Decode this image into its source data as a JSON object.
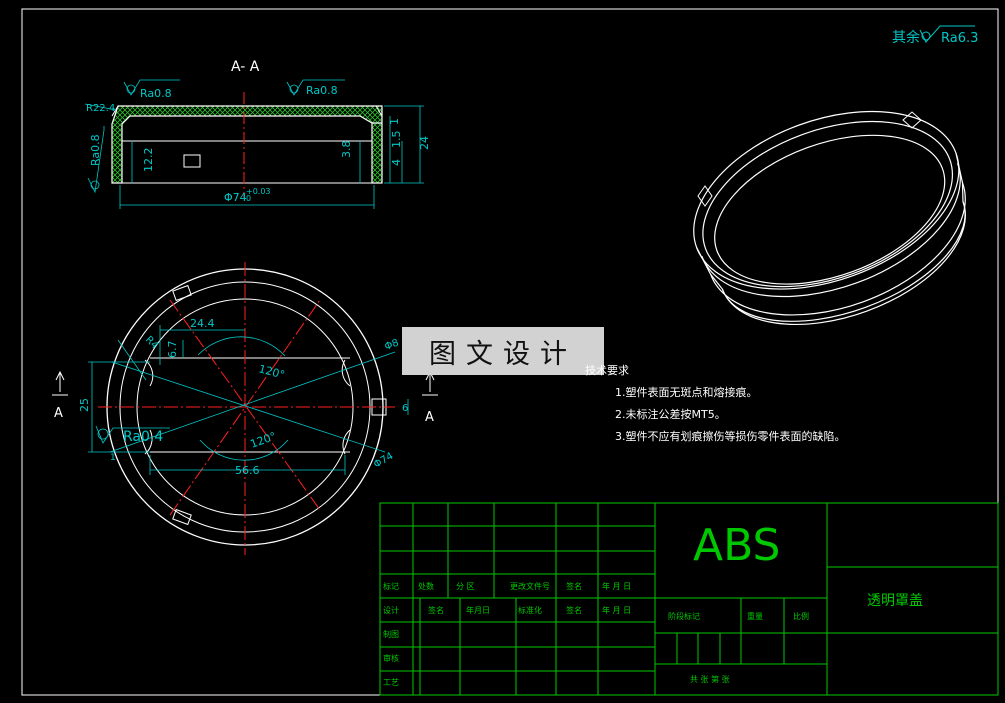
{
  "colors": {
    "background": "#000000",
    "outline": "#ffffff",
    "dimension": "#00c8c8",
    "centerline": "#ff2020",
    "title_block": "#00c800",
    "hatch": "#2fbf2f"
  },
  "section_label": "A- A",
  "roughness_global": {
    "prefix": "其余",
    "value": "Ra6.3"
  },
  "section_view": {
    "roughness_top_left": "Ra0.8",
    "roughness_top_right": "Ra0.8",
    "roughness_left": "Ra0.8",
    "radius": "R22.4",
    "dim_height_inner": "12.2",
    "dim_3_8": "3.8",
    "dim_1": "1",
    "dim_1_5": "1.5",
    "dim_4": "4",
    "dim_24": "24",
    "diameter": "Φ74",
    "tolerance": "+0.03",
    "tolerance_low": "0"
  },
  "plan_view": {
    "dim_24_4": "24.4",
    "dim_6_7": "6.7",
    "radius_r4": "R4",
    "angle_top": "120°",
    "angle_bottom": "120°",
    "dim_25": "25",
    "dim_6": "6",
    "dim_56_6": "56.6",
    "diameter_74": "Φ74",
    "diameter_top": "Φ8",
    "roughness": "Ra0.4",
    "dim_left_small": "1",
    "section_mark_left": "A",
    "section_mark_right": "A"
  },
  "watermark": "图文设计",
  "requirements": {
    "title": "技术要求",
    "items": [
      "1.塑件表面无斑点和熔接痕。",
      "2.未标注公差按MT5。",
      "3.塑件不应有划痕擦伤等损伤零件表面的缺陷。"
    ]
  },
  "title_block": {
    "material": "ABS",
    "part_name": "透明罩盖",
    "row_labels": [
      "标记",
      "处数",
      "分 区",
      "更改文件号",
      "签名",
      "年 月 日"
    ],
    "left_labels": [
      "设计",
      "审核",
      "工艺"
    ],
    "left_labels_2": [
      "制图"
    ],
    "design_row": [
      "签名",
      "年月日",
      "标准化",
      "签名",
      "年 月 日"
    ],
    "stage": "阶段标记",
    "weight": "重量",
    "scale": "比例",
    "sheets": "共 张 第 张"
  }
}
